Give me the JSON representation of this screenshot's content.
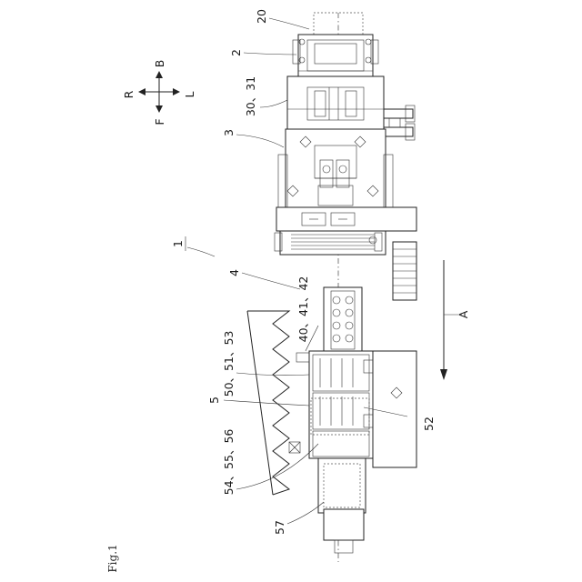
{
  "figure": {
    "caption": "Fig.1",
    "compass": {
      "up": "B",
      "down": "F",
      "left": "R",
      "right": "L"
    },
    "arrow_label": "A",
    "reference_labels": {
      "r1": "1",
      "r2": "2",
      "r3": "3",
      "r4": "4",
      "r5": "5",
      "r20": "20",
      "r30_31": "30、31",
      "r40_41_42": "40、41、42",
      "r50_51_53": "50、51、53",
      "r52": "52",
      "r54_55_56": "54、55、56",
      "r57": "57"
    }
  }
}
